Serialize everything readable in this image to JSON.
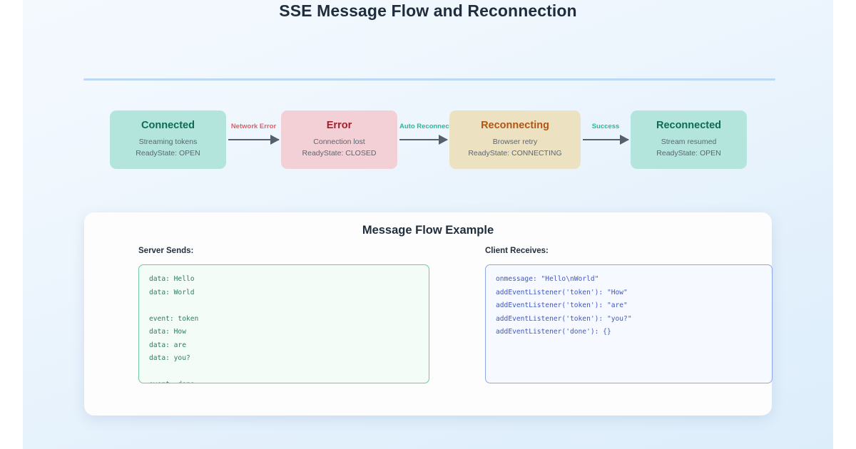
{
  "page": {
    "title": "SSE Message Flow and Reconnection",
    "accent_line_color": "#bcd8f7",
    "background": "#eef6fd"
  },
  "flow": {
    "nodes": [
      {
        "title": "Connected",
        "line1": "Streaming tokens",
        "line2": "ReadyState: OPEN",
        "fill": "#b3e5dc",
        "title_color": "#0d6b53"
      },
      {
        "title": "Error",
        "line1": "Connection lost",
        "line2": "ReadyState: CLOSED",
        "fill": "#f2d0d5",
        "title_color": "#a71d2a"
      },
      {
        "title": "Reconnecting",
        "line1": "Browser retry",
        "line2": "ReadyState: CONNECTING",
        "fill": "#ece2c2",
        "title_color": "#b55410"
      },
      {
        "title": "Reconnected",
        "line1": "Stream resumed",
        "line2": "ReadyState: OPEN",
        "fill": "#b3e5dc",
        "title_color": "#0d6b53"
      }
    ],
    "arrows": [
      {
        "label": "Network Error",
        "color": "#f4565e"
      },
      {
        "label": "Auto Reconnect",
        "color": "#28b89a"
      },
      {
        "label": "Success",
        "color": "#28b89a"
      }
    ]
  },
  "card": {
    "title": "Message Flow Example",
    "server": {
      "label": "Server Sends:",
      "code": "data: Hello\ndata: World\n\nevent: token\ndata: How\ndata: are\ndata: you?\n\nevent: done"
    },
    "client": {
      "label": "Client Receives:",
      "code": "onmessage: \"Hello\\nWorld\"\naddEventListener('token'): \"How\"\naddEventListener('token'): \"are\"\naddEventListener('token'): \"you?\"\naddEventListener('done'): {}"
    }
  }
}
